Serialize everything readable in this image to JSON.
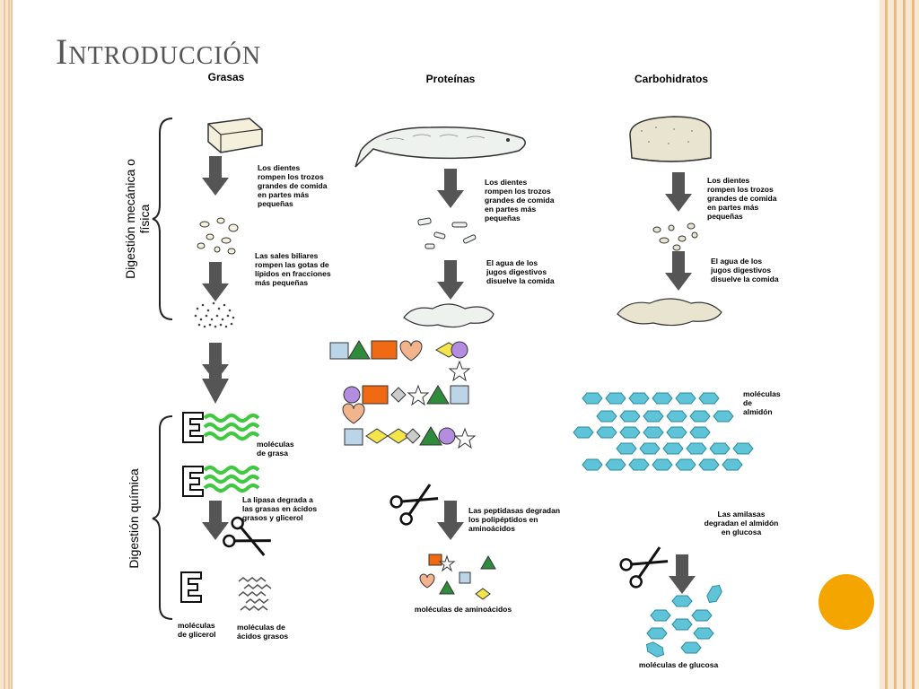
{
  "slide": {
    "title": "Introducción"
  },
  "columns": {
    "fats": "Grasas",
    "proteins": "Proteínas",
    "carbs": "Carbohidratos"
  },
  "side_labels": {
    "mechanical_line1": "Digestión mecánica o",
    "mechanical_line2": "física",
    "chemical": "Digestión química"
  },
  "fats": {
    "teeth": [
      "Los dientes",
      "rompen los trozos",
      "grandes de comida",
      "en partes más",
      "pequeñas"
    ],
    "bile": [
      "Las sales biliares",
      "rompen las gotas de",
      "lípidos en fracciones",
      "más pequeñas"
    ],
    "fat_molecules": [
      "moléculas",
      "de grasa"
    ],
    "lipase": [
      "La lipasa degrada a",
      "las grasas en ácidos",
      "grasos y glicerol"
    ],
    "glycerol": [
      "moléculas",
      "de glicerol"
    ],
    "fatty_acids": [
      "moléculas de",
      "ácidos grasos"
    ]
  },
  "proteins": {
    "teeth": [
      "Los dientes",
      "rompen los trozos",
      "grandes de comida",
      "en partes más",
      "pequeñas"
    ],
    "water": [
      "El agua de los",
      "jugos digestivos",
      "disuelve la comida"
    ],
    "peptidase": [
      "Las peptidasas degradan",
      "los polipéptidos en",
      "aminoácidos"
    ],
    "amino_acids": "moléculas de aminoácidos"
  },
  "carbs": {
    "teeth": [
      "Los dientes",
      "rompen los trozos",
      "grandes de comida",
      "en partes más",
      "pequeñas"
    ],
    "water": [
      "El agua de los",
      "jugos digestivos",
      "disuelve la comida"
    ],
    "starch": [
      "moléculas",
      "de",
      "almidón"
    ],
    "amylase": [
      "Las amilasas",
      "degradan el almidón",
      "en glucosa"
    ],
    "glucose": "moléculas de glucosa"
  },
  "colors": {
    "accent": "#f5a500",
    "fat_green": "#3ec93e",
    "carb_blue": "#5fc4d8",
    "orange": "#ef6a12",
    "green": "#2e8b3c",
    "peach": "#f2b48c",
    "yellow": "#f4e54c",
    "purple": "#b48de0",
    "lightblue": "#bcd4e8"
  }
}
